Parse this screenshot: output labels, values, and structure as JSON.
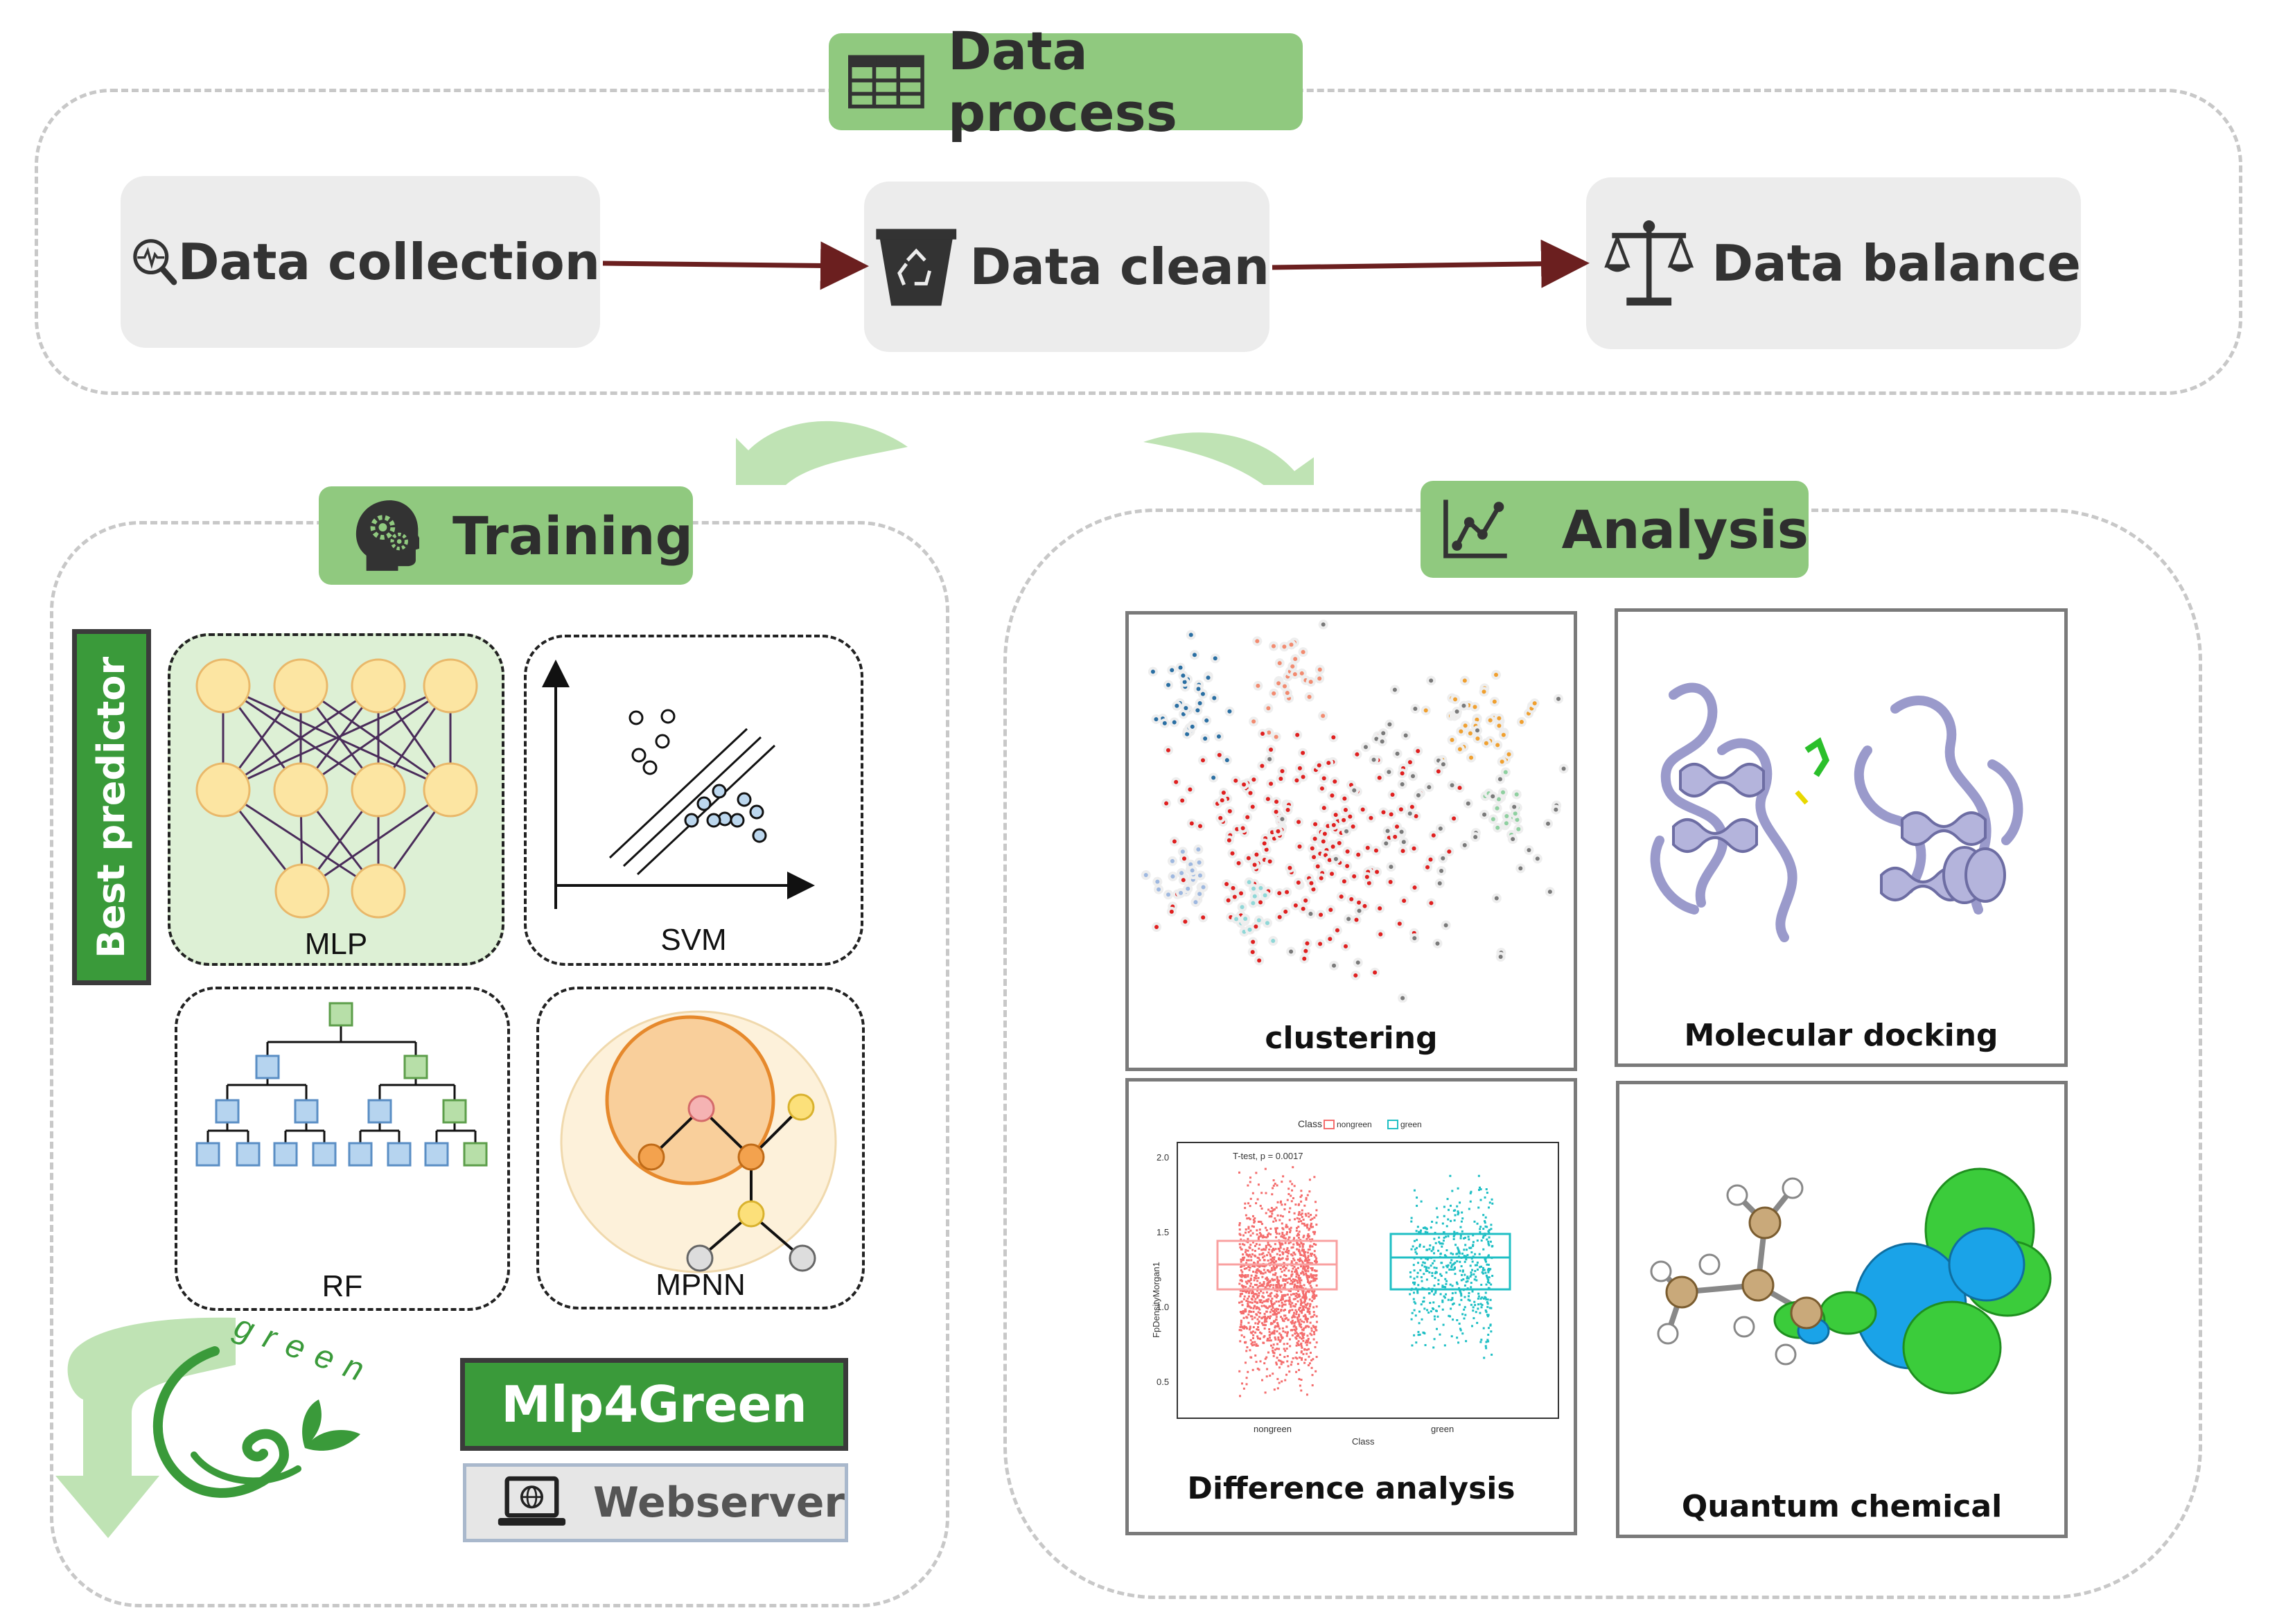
{
  "data_process": {
    "title": "Data process",
    "steps": [
      {
        "label": "Data collection",
        "icon": "magnifier-pulse-icon"
      },
      {
        "label": "Data clean",
        "icon": "recycle-bin-icon"
      },
      {
        "label": "Data balance",
        "icon": "balance-scale-icon"
      }
    ]
  },
  "training": {
    "title": "Training",
    "best_predictor": "Best predictor",
    "models": [
      {
        "label": "MLP"
      },
      {
        "label": "SVM"
      },
      {
        "label": "RF"
      },
      {
        "label": "MPNN"
      }
    ],
    "logo_text": "green",
    "product": "Mlp4Green",
    "webserver": "Webserver"
  },
  "analysis": {
    "title": "Analysis",
    "panels": [
      {
        "caption": "clustering"
      },
      {
        "caption": "Molecular docking"
      },
      {
        "caption": "Difference analysis"
      },
      {
        "caption": "Quantum chemical"
      }
    ],
    "boxplot": {
      "legend_title": "Class",
      "legend_items": [
        "nongreen",
        "green"
      ],
      "annotation": "T-test, p = 0.0017",
      "ylabel": "FpDensityMorgan1",
      "xlabel": "Class",
      "categories": [
        "nongreen",
        "green"
      ],
      "yticks": [
        "2.0",
        "1.5",
        "1.0",
        "0.5"
      ],
      "colors": {
        "nongreen": "#f46d6d",
        "green": "#1fbfc4"
      }
    }
  },
  "colors": {
    "tab_green": "#90c97f",
    "arrow_dark": "#6b1f1f",
    "light_arrow": "#bfe3b4",
    "brand_green": "#3a9a3a"
  }
}
